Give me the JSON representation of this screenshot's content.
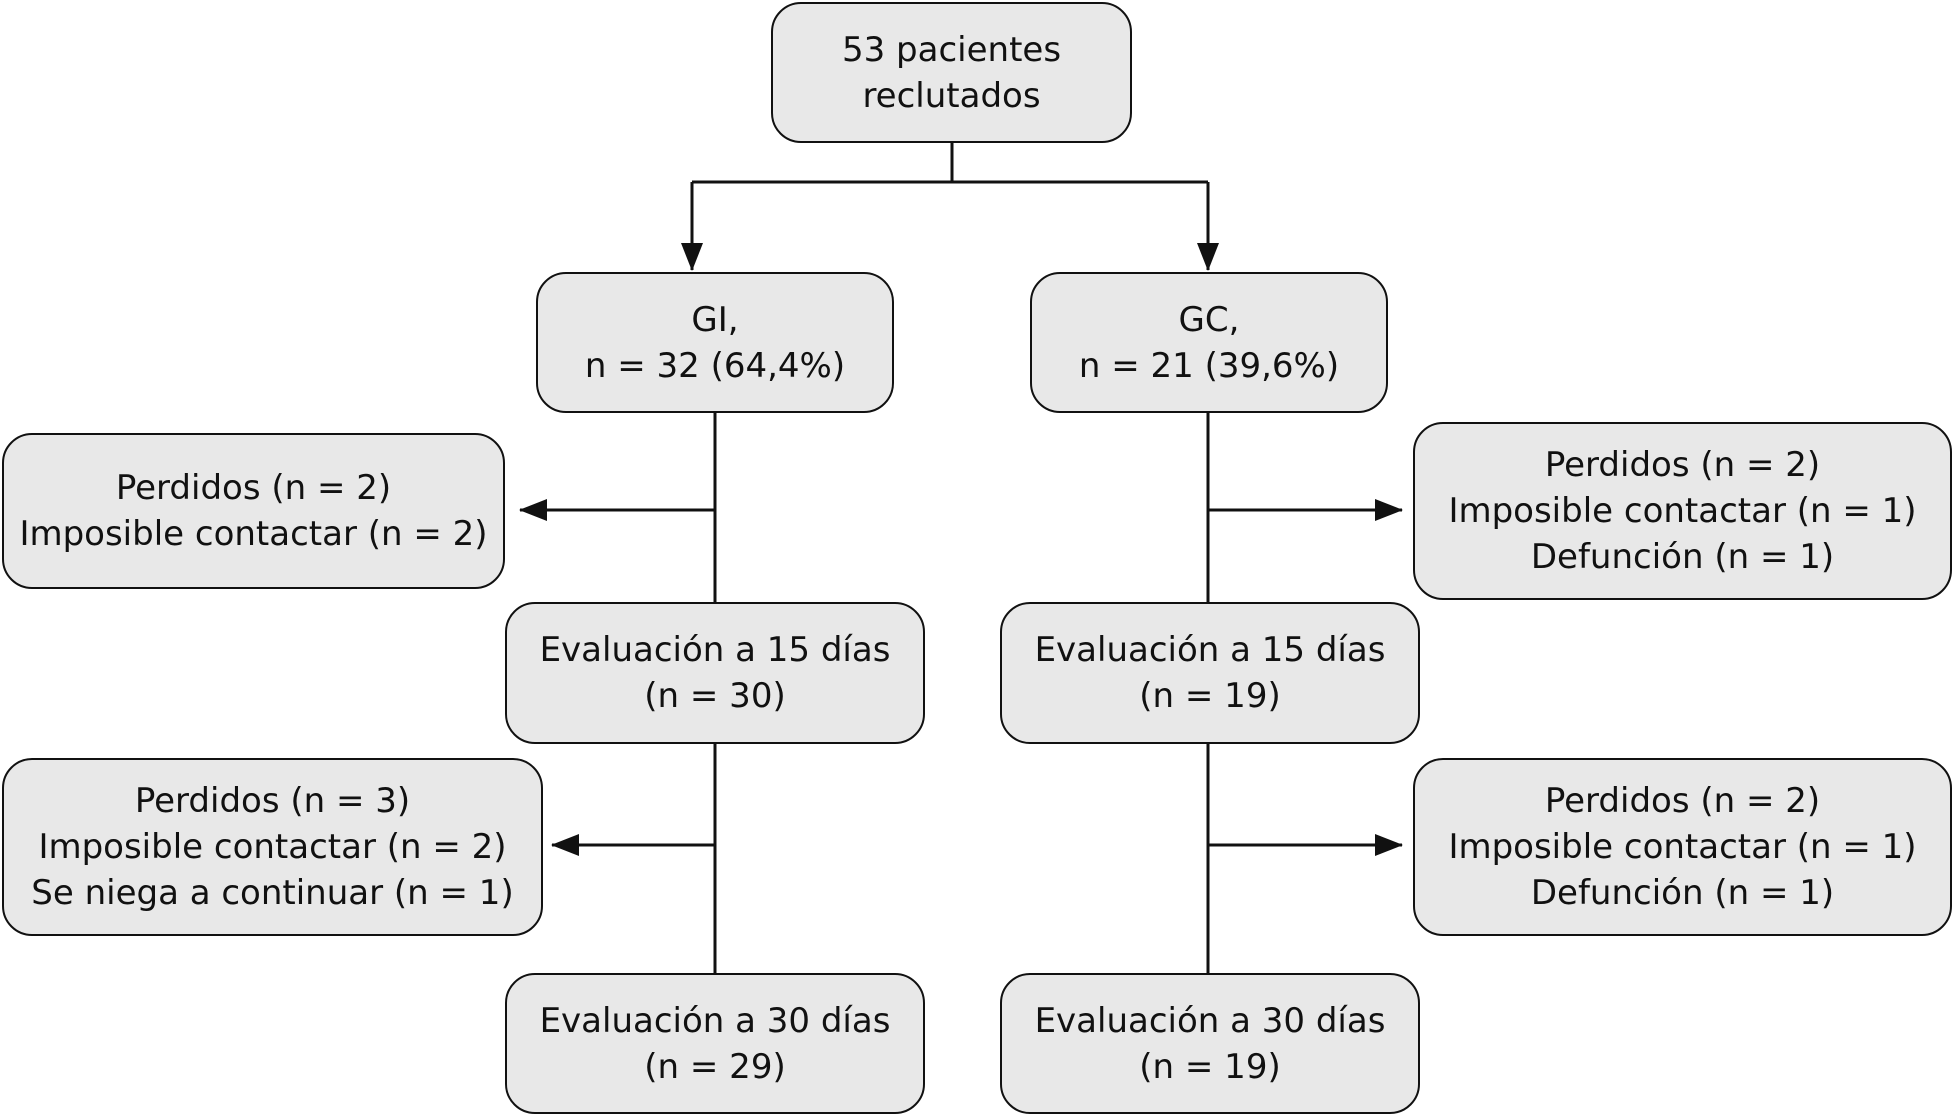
{
  "colors": {
    "box_fill": "#e8e8e8",
    "line": "#111111",
    "background": "#ffffff"
  },
  "recruited": {
    "line1": "53 pacientes",
    "line2": "reclutados"
  },
  "group_gi": {
    "line1": "GI,",
    "line2": "n = 32 (64,4%)"
  },
  "group_gc": {
    "line1": "GC,",
    "line2": "n = 21 (39,6%)"
  },
  "gi_lost_1": {
    "line1": "Perdidos (n = 2)",
    "line2": "Imposible contactar (n = 2)"
  },
  "gc_lost_1": {
    "line1": "Perdidos (n = 2)",
    "line2": "Imposible contactar (n = 1)",
    "line3": "Defunción (n = 1)"
  },
  "gi_eval_15": {
    "line1": "Evaluación a 15 días",
    "line2": "(n = 30)"
  },
  "gc_eval_15": {
    "line1": "Evaluación a 15 días",
    "line2": "(n = 19)"
  },
  "gi_lost_2": {
    "line1": "Perdidos (n = 3)",
    "line2": "Imposible contactar (n = 2)",
    "line3": "Se niega a continuar (n = 1)"
  },
  "gc_lost_2": {
    "line1": "Perdidos (n = 2)",
    "line2": "Imposible contactar (n = 1)",
    "line3": "Defunción (n = 1)"
  },
  "gi_eval_30": {
    "line1": "Evaluación a 30 días",
    "line2": "(n = 29)"
  },
  "gc_eval_30": {
    "line1": "Evaluación a 30 días",
    "line2": "(n = 19)"
  }
}
